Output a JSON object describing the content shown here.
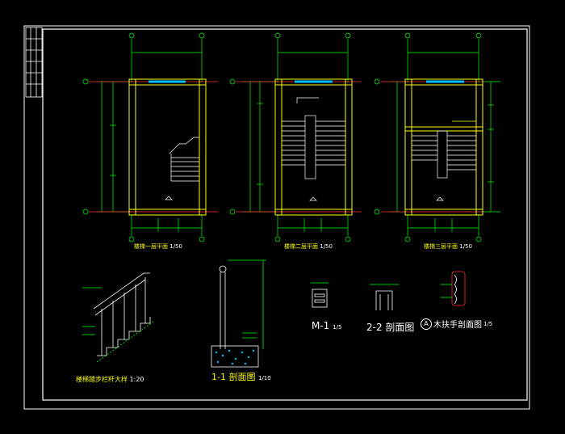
{
  "drawing": {
    "plans": [
      {
        "title": "楼梯一层平面",
        "scale": "1/50"
      },
      {
        "title": "楼梯二层平面",
        "scale": "1/50"
      },
      {
        "title": "楼梯三层平面",
        "scale": "1/50"
      }
    ],
    "details": {
      "railing": {
        "title": "楼梯踏步栏杆大样",
        "scale": "1:20"
      },
      "section_1_1": {
        "title": "1-1 剖面图",
        "scale": "1/10"
      },
      "door_m1": {
        "title": "M-1",
        "scale": "1/5"
      },
      "section_2_2": {
        "title": "2-2 剖面图"
      },
      "handrail": {
        "mark": "A",
        "title": "木扶手剖面图",
        "scale": "1/5"
      }
    }
  },
  "colors": {
    "background": "#000000",
    "frame": "#ffffff",
    "dimension": "#00ff00",
    "wall": "#ffff00",
    "axis": "#ff0000",
    "window": "#00bfff",
    "linework": "#ffffff"
  }
}
